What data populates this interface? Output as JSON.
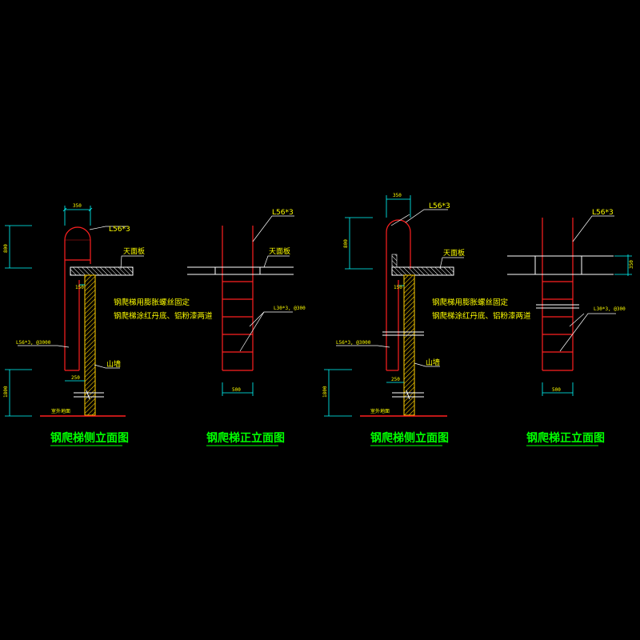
{
  "colors": {
    "background": "#000000",
    "ladder": "#ff2020",
    "annotation": "#ffff00",
    "title": "#00ff00",
    "dimension": "#00ffff",
    "slab": "#ffffff",
    "wall_hatch": "#ffd000"
  },
  "views": [
    {
      "title": "钢爬梯侧立面图",
      "angle_label": "L56*3",
      "roof_label": "天面板",
      "note_line1": "钢爬梯用膨胀螺丝固定",
      "note_line2": "钢爬梯涂红丹底、铝粉漆两道",
      "bar_label": "L56*3, @3000",
      "wall_label": "山墙",
      "ground_label": "室外地面",
      "dim_top": "350",
      "dim_gap": "150",
      "dim_bottom": "250",
      "dim_left_upper": "800",
      "dim_left_lower": "1800"
    },
    {
      "title": "钢爬梯正立面图",
      "angle_label": "L56*3",
      "roof_label": "天面板",
      "rung_label": "L30*3, @300",
      "dim_bottom": "500"
    },
    {
      "title": "钢爬梯侧立面图",
      "angle_label": "L56*3",
      "roof_label": "天面板",
      "note_line1": "钢爬梯用膨胀螺丝固定",
      "note_line2": "钢爬梯涂红丹底、铝粉漆两道",
      "bar_label": "L56*3, @3000",
      "wall_label": "山墙",
      "ground_label": "室外地面",
      "dim_top": "350",
      "dim_gap": "150",
      "dim_bottom": "250",
      "dim_left_upper": "800",
      "dim_left_lower": "1800"
    },
    {
      "title": "钢爬梯正立面图",
      "angle_label": "L56*3",
      "rung_label": "L30*3, @300",
      "dim_right": "350",
      "dim_bottom": "500"
    }
  ]
}
